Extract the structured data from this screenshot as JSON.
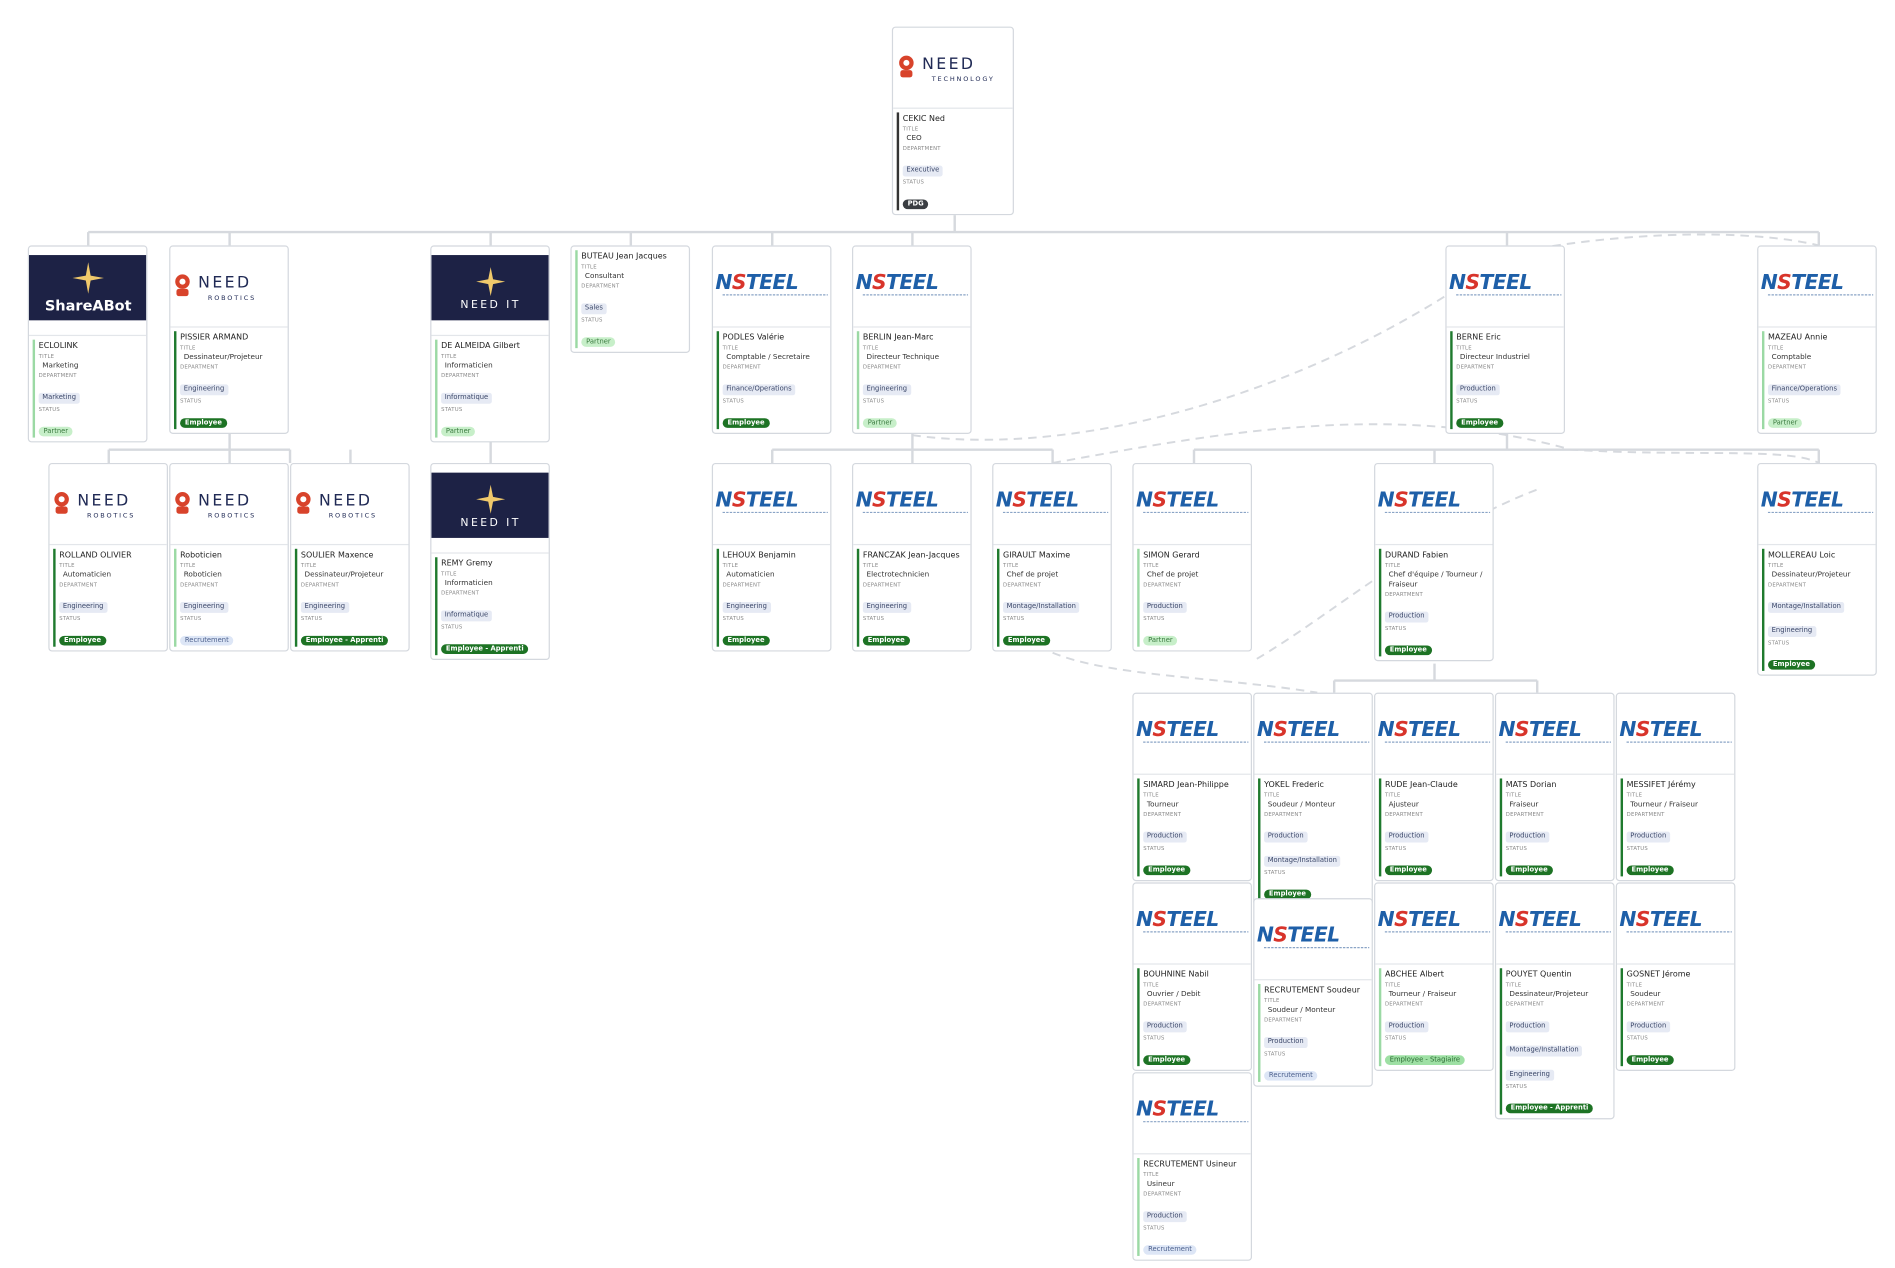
{
  "labels": {
    "title": "TITLE",
    "department": "DEPARTMENT",
    "status": "STATUS"
  },
  "logos": {
    "need_main": "NEED",
    "need_main_sub": "TECHNOLOGY",
    "need_robotics": "NEED",
    "need_robotics_sub": "ROBOTICS",
    "needit": "NEED IT",
    "nsteel": "NSTEEL",
    "shareabot": "ShareABot"
  },
  "colors": {
    "employee": "#1d7324",
    "partner": "#c7efc9",
    "recrutement": "#dde6f6",
    "nsteel_red": "#d8342b",
    "nsteel_blue": "#1e5fa8",
    "need_navy": "#1d2245"
  },
  "nodes": [
    {
      "id": "cekic",
      "name": "CEKIC Ned",
      "title": "CEO",
      "departments": [
        "Executive"
      ],
      "status": "PDG",
      "status_type": "pdg",
      "logo": "need_main"
    },
    {
      "id": "eclolink",
      "name": "ECLOLINK",
      "title": "Marketing",
      "departments": [
        "Marketing"
      ],
      "status": "Partner",
      "status_type": "partner",
      "logo": "shareabot"
    },
    {
      "id": "pissier",
      "name": "PISSIER ARMAND",
      "title": "Dessinateur/Projeteur",
      "departments": [
        "Engineering"
      ],
      "status": "Employee",
      "status_type": "employee",
      "logo": "need_robotics"
    },
    {
      "id": "dealmeida",
      "name": "DE ALMEIDA Gilbert",
      "title": "Informaticien",
      "departments": [
        "Informatique"
      ],
      "status": "Partner",
      "status_type": "partner",
      "logo": "needit"
    },
    {
      "id": "buteau",
      "name": "BUTEAU Jean Jacques",
      "title": "Consultant",
      "departments": [
        "Sales"
      ],
      "status": "Partner",
      "status_type": "partner",
      "logo": "none"
    },
    {
      "id": "podles",
      "name": "PODLES Valérie",
      "title": "Comptable / Secretaire",
      "departments": [
        "Finance/Operations"
      ],
      "status": "Employee",
      "status_type": "employee",
      "logo": "nsteel"
    },
    {
      "id": "berlin",
      "name": "BERLIN Jean-Marc",
      "title": "Directeur Technique",
      "departments": [
        "Engineering"
      ],
      "status": "Partner",
      "status_type": "partner",
      "logo": "nsteel"
    },
    {
      "id": "berne",
      "name": "BERNE Eric",
      "title": "Directeur Industriel",
      "departments": [
        "Production"
      ],
      "status": "Employee",
      "status_type": "employee",
      "logo": "nsteel"
    },
    {
      "id": "mazeau",
      "name": "MAZEAU Annie",
      "title": "Comptable",
      "departments": [
        "Finance/Operations"
      ],
      "status": "Partner",
      "status_type": "partner",
      "logo": "nsteel"
    },
    {
      "id": "rolland",
      "name": "ROLLAND OLIVIER",
      "title": "Automaticien",
      "departments": [
        "Engineering"
      ],
      "status": "Employee",
      "status_type": "employee",
      "logo": "need_robotics"
    },
    {
      "id": "roboticien",
      "name": "Roboticien",
      "title": "Roboticien",
      "departments": [
        "Engineering"
      ],
      "status": "Recrutement",
      "status_type": "recrut",
      "logo": "need_robotics"
    },
    {
      "id": "soulier",
      "name": "SOULIER Maxence",
      "title": "Dessinateur/Projeteur",
      "departments": [
        "Engineering"
      ],
      "status": "Employee - Apprenti",
      "status_type": "employee",
      "logo": "need_robotics"
    },
    {
      "id": "remy",
      "name": "REMY Gremy",
      "title": "Informaticien",
      "departments": [
        "Informatique"
      ],
      "status": "Employee - Apprenti",
      "status_type": "employee",
      "logo": "needit"
    },
    {
      "id": "lehoux",
      "name": "LEHOUX Benjamin",
      "title": "Automaticien",
      "departments": [
        "Engineering"
      ],
      "status": "Employee",
      "status_type": "employee",
      "logo": "nsteel"
    },
    {
      "id": "franczak",
      "name": "FRANCZAK Jean-Jacques",
      "title": "Electrotechnicien",
      "departments": [
        "Engineering"
      ],
      "status": "Employee",
      "status_type": "employee",
      "logo": "nsteel"
    },
    {
      "id": "girault",
      "name": "GIRAULT Maxime",
      "title": "Chef de projet",
      "departments": [
        "Montage/Installation"
      ],
      "status": "Employee",
      "status_type": "employee",
      "logo": "nsteel"
    },
    {
      "id": "simon",
      "name": "SIMON Gerard",
      "title": "Chef de projet",
      "departments": [
        "Production"
      ],
      "status": "Partner",
      "status_type": "partner",
      "logo": "nsteel"
    },
    {
      "id": "durand",
      "name": "DURAND Fabien",
      "title": "Chef d'équipe / Tourneur / Fraiseur",
      "departments": [
        "Production"
      ],
      "status": "Employee",
      "status_type": "employee",
      "logo": "nsteel"
    },
    {
      "id": "mollereau",
      "name": "MOLLEREAU Loic",
      "title": "Dessinateur/Projeteur",
      "departments": [
        "Montage/Installation",
        "Engineering"
      ],
      "status": "Employee",
      "status_type": "employee",
      "logo": "nsteel"
    },
    {
      "id": "simard",
      "name": "SIMARD Jean-Philippe",
      "title": "Tourneur",
      "departments": [
        "Production"
      ],
      "status": "Employee",
      "status_type": "employee",
      "logo": "nsteel"
    },
    {
      "id": "yokel",
      "name": "YOKEL Frederic",
      "title": "Soudeur / Monteur",
      "departments": [
        "Production",
        "Montage/Installation"
      ],
      "status": "Employee",
      "status_type": "employee",
      "logo": "nsteel"
    },
    {
      "id": "rude",
      "name": "RUDE Jean-Claude",
      "title": "Ajusteur",
      "departments": [
        "Production"
      ],
      "status": "Employee",
      "status_type": "employee",
      "logo": "nsteel"
    },
    {
      "id": "mats",
      "name": "MATS Dorian",
      "title": "Fraiseur",
      "departments": [
        "Production"
      ],
      "status": "Employee",
      "status_type": "employee",
      "logo": "nsteel"
    },
    {
      "id": "messifet",
      "name": "MESSIFET Jérémy",
      "title": "Tourneur / Fraiseur",
      "departments": [
        "Production"
      ],
      "status": "Employee",
      "status_type": "employee",
      "logo": "nsteel"
    },
    {
      "id": "bouhnine",
      "name": "BOUHNINE Nabil",
      "title": "Ouvrier / Debit",
      "departments": [
        "Production"
      ],
      "status": "Employee",
      "status_type": "employee",
      "logo": "nsteel"
    },
    {
      "id": "recsoudeur",
      "name": "RECRUTEMENT Soudeur",
      "title": "Soudeur / Monteur",
      "departments": [
        "Production"
      ],
      "status": "Recrutement",
      "status_type": "recrut",
      "logo": "nsteel"
    },
    {
      "id": "abchee",
      "name": "ABCHEE Albert",
      "title": "Tourneur / Fraiseur",
      "departments": [
        "Production"
      ],
      "status": "Employee - Stagiaire",
      "status_type": "stagiaire",
      "logo": "nsteel"
    },
    {
      "id": "pouyet",
      "name": "POUYET Quentin",
      "title": "Dessinateur/Projeteur",
      "departments": [
        "Production",
        "Montage/Installation",
        "Engineering"
      ],
      "status": "Employee - Apprenti",
      "status_type": "employee",
      "logo": "nsteel"
    },
    {
      "id": "gosnet",
      "name": "GOSNET Jérome",
      "title": "Soudeur",
      "departments": [
        "Production"
      ],
      "status": "Employee",
      "status_type": "employee",
      "logo": "nsteel"
    },
    {
      "id": "recusineur",
      "name": "RECRUTEMENT Usineur",
      "title": "Usineur",
      "departments": [
        "Production"
      ],
      "status": "Recrutement",
      "status_type": "recrut",
      "logo": "nsteel"
    }
  ]
}
